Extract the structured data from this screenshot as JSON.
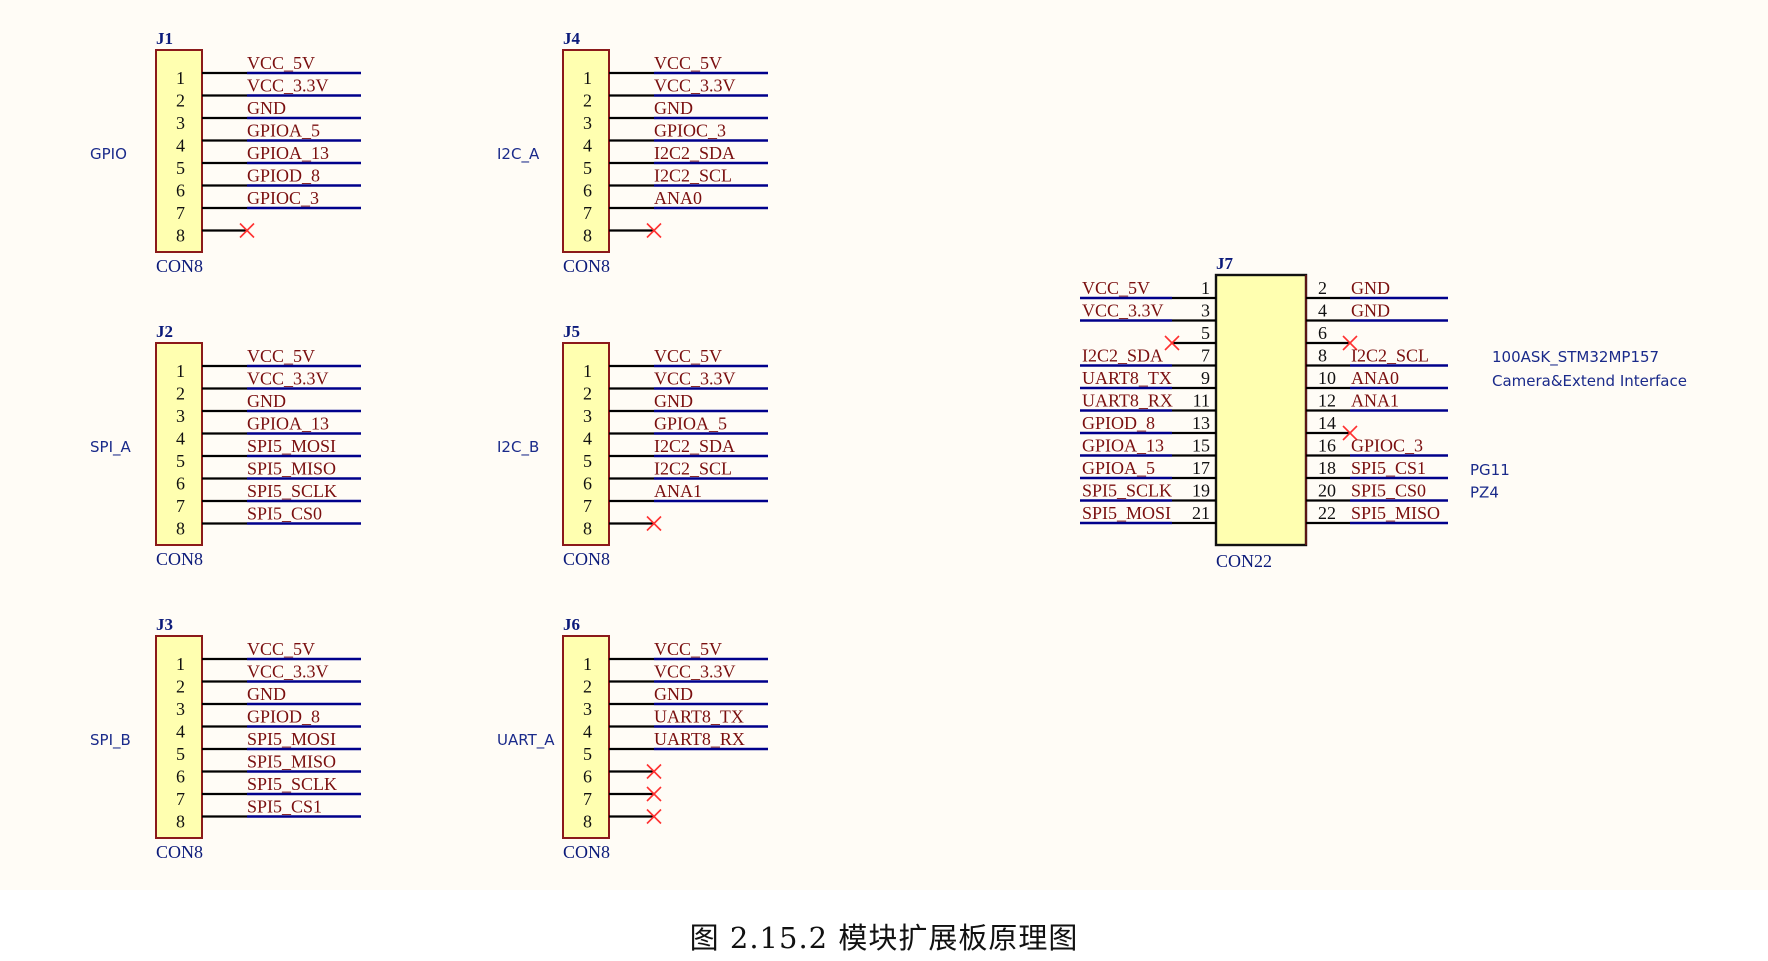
{
  "caption": "图 2.15.2 模块扩展板原理图",
  "colors": {
    "background": "#fffcf6",
    "box_fill": "#ffffb0",
    "box_border": "#8b1a1a",
    "wire": "#000000",
    "net_line": "#00008b",
    "net_text": "#7a0f0f",
    "designator": "#0b1a7a",
    "annotation": "#1a2a8a",
    "no_connect": "#ff3030"
  },
  "connectors": [
    {
      "designator": "J1",
      "part": "CON8",
      "group": "GPIO",
      "pins": [
        {
          "num": "1",
          "net": "VCC_5V"
        },
        {
          "num": "2",
          "net": "VCC_3.3V"
        },
        {
          "num": "3",
          "net": "GND"
        },
        {
          "num": "4",
          "net": "GPIOA_5"
        },
        {
          "num": "5",
          "net": "GPIOA_13"
        },
        {
          "num": "6",
          "net": "GPIOD_8"
        },
        {
          "num": "7",
          "net": "GPIOC_3"
        },
        {
          "num": "8",
          "net": "",
          "nc": true
        }
      ]
    },
    {
      "designator": "J2",
      "part": "CON8",
      "group": "SPI_A",
      "pins": [
        {
          "num": "1",
          "net": "VCC_5V"
        },
        {
          "num": "2",
          "net": "VCC_3.3V"
        },
        {
          "num": "3",
          "net": "GND"
        },
        {
          "num": "4",
          "net": "GPIOA_13"
        },
        {
          "num": "5",
          "net": "SPI5_MOSI"
        },
        {
          "num": "6",
          "net": "SPI5_MISO"
        },
        {
          "num": "7",
          "net": "SPI5_SCLK"
        },
        {
          "num": "8",
          "net": "SPI5_CS0"
        }
      ]
    },
    {
      "designator": "J3",
      "part": "CON8",
      "group": "SPI_B",
      "pins": [
        {
          "num": "1",
          "net": "VCC_5V"
        },
        {
          "num": "2",
          "net": "VCC_3.3V"
        },
        {
          "num": "3",
          "net": "GND"
        },
        {
          "num": "4",
          "net": "GPIOD_8"
        },
        {
          "num": "5",
          "net": "SPI5_MOSI"
        },
        {
          "num": "6",
          "net": "SPI5_MISO"
        },
        {
          "num": "7",
          "net": "SPI5_SCLK"
        },
        {
          "num": "8",
          "net": "SPI5_CS1"
        }
      ]
    },
    {
      "designator": "J4",
      "part": "CON8",
      "group": "I2C_A",
      "pins": [
        {
          "num": "1",
          "net": "VCC_5V"
        },
        {
          "num": "2",
          "net": "VCC_3.3V"
        },
        {
          "num": "3",
          "net": "GND"
        },
        {
          "num": "4",
          "net": "GPIOC_3"
        },
        {
          "num": "5",
          "net": "I2C2_SDA"
        },
        {
          "num": "6",
          "net": "I2C2_SCL"
        },
        {
          "num": "7",
          "net": "ANA0"
        },
        {
          "num": "8",
          "net": "",
          "nc": true
        }
      ]
    },
    {
      "designator": "J5",
      "part": "CON8",
      "group": "I2C_B",
      "pins": [
        {
          "num": "1",
          "net": "VCC_5V"
        },
        {
          "num": "2",
          "net": "VCC_3.3V"
        },
        {
          "num": "3",
          "net": "GND"
        },
        {
          "num": "4",
          "net": "GPIOA_5"
        },
        {
          "num": "5",
          "net": "I2C2_SDA"
        },
        {
          "num": "6",
          "net": "I2C2_SCL"
        },
        {
          "num": "7",
          "net": "ANA1"
        },
        {
          "num": "8",
          "net": "",
          "nc": true
        }
      ]
    },
    {
      "designator": "J6",
      "part": "CON8",
      "group": "UART_A",
      "pins": [
        {
          "num": "1",
          "net": "VCC_5V"
        },
        {
          "num": "2",
          "net": "VCC_3.3V"
        },
        {
          "num": "3",
          "net": "GND"
        },
        {
          "num": "4",
          "net": "UART8_TX"
        },
        {
          "num": "5",
          "net": "UART8_RX"
        },
        {
          "num": "6",
          "net": "",
          "nc": true
        },
        {
          "num": "7",
          "net": "",
          "nc": true
        },
        {
          "num": "8",
          "net": "",
          "nc": true
        }
      ]
    }
  ],
  "j7": {
    "designator": "J7",
    "part": "CON22",
    "title_lines": [
      "100ASK_STM32MP157",
      "Camera&Extend Interface"
    ],
    "left_pins": [
      {
        "num": "1",
        "net": "VCC_5V"
      },
      {
        "num": "3",
        "net": "VCC_3.3V"
      },
      {
        "num": "5",
        "net": "",
        "nc": true
      },
      {
        "num": "7",
        "net": "I2C2_SDA"
      },
      {
        "num": "9",
        "net": "UART8_TX"
      },
      {
        "num": "11",
        "net": "UART8_RX"
      },
      {
        "num": "13",
        "net": "GPIOD_8"
      },
      {
        "num": "15",
        "net": "GPIOA_13"
      },
      {
        "num": "17",
        "net": "GPIOA_5"
      },
      {
        "num": "19",
        "net": "SPI5_SCLK"
      },
      {
        "num": "21",
        "net": "SPI5_MOSI"
      }
    ],
    "right_pins": [
      {
        "num": "2",
        "net": "GND"
      },
      {
        "num": "4",
        "net": "GND"
      },
      {
        "num": "6",
        "net": "",
        "nc": true
      },
      {
        "num": "8",
        "net": "I2C2_SCL"
      },
      {
        "num": "10",
        "net": "ANA0"
      },
      {
        "num": "12",
        "net": "ANA1"
      },
      {
        "num": "14",
        "net": "",
        "nc": true
      },
      {
        "num": "16",
        "net": "GPIOC_3"
      },
      {
        "num": "18",
        "net": "SPI5_CS1",
        "note": "PG11"
      },
      {
        "num": "20",
        "net": "SPI5_CS0",
        "note": "PZ4"
      },
      {
        "num": "22",
        "net": "SPI5_MISO"
      }
    ]
  }
}
